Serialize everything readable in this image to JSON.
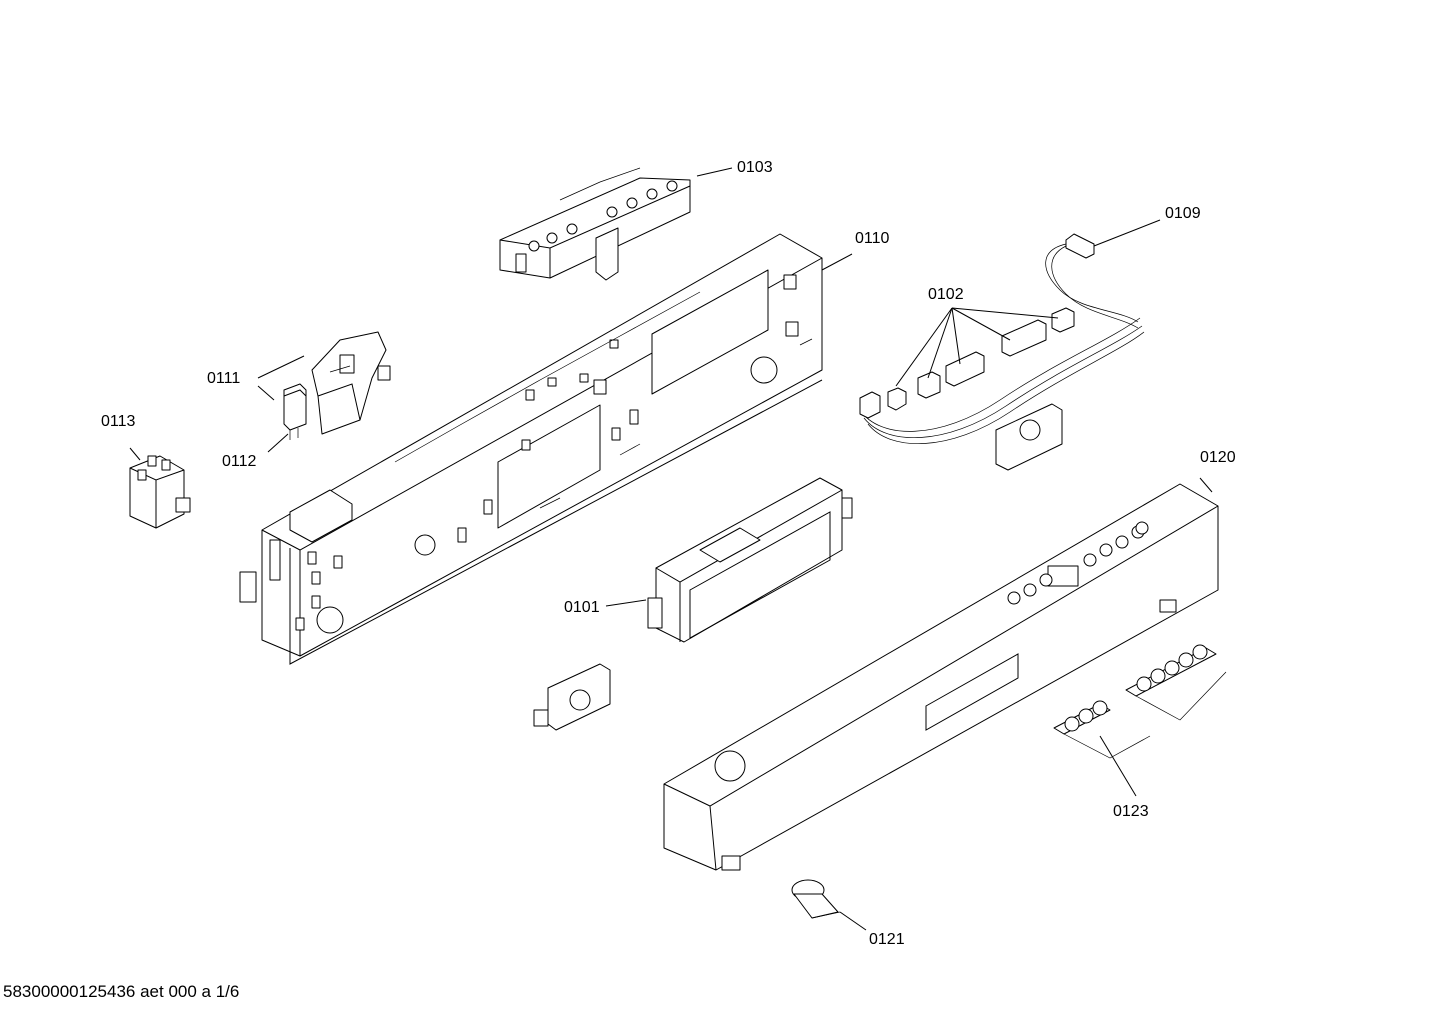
{
  "drawing": {
    "labels": {
      "p0101": "0101",
      "p0102": "0102",
      "p0103": "0103",
      "p0109": "0109",
      "p0110": "0110",
      "p0111": "0111",
      "p0112": "0112",
      "p0113": "0113",
      "p0120": "0120",
      "p0121": "0121",
      "p0123": "0123"
    },
    "footer": "58300000125436 aet 000 a 1/6"
  }
}
